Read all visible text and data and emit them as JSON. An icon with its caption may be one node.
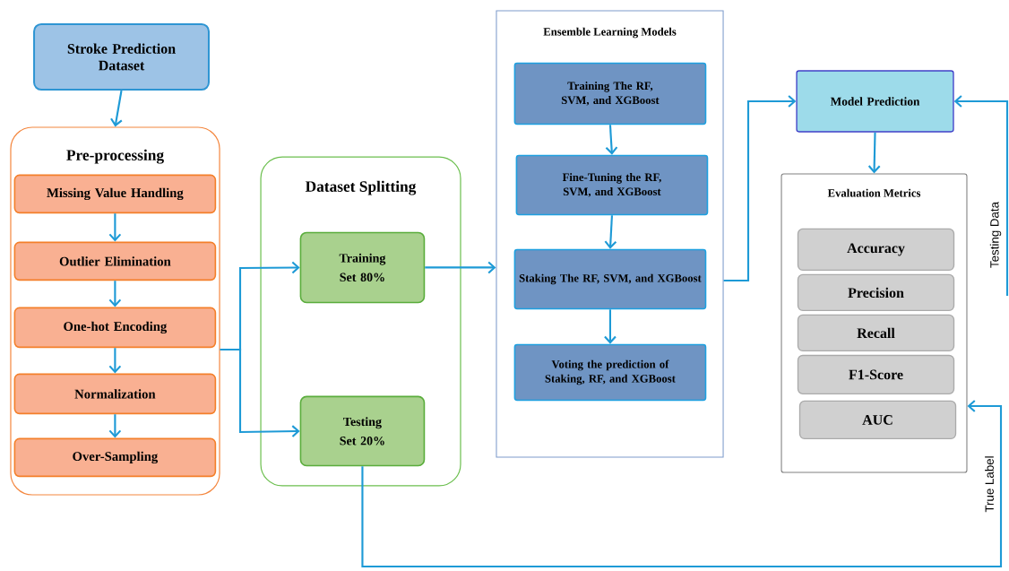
{
  "diagram": {
    "nodes": [
      {
        "text": [
          "Stroke Prediction Dataset"
        ]
      },
      {
        "text": [
          "Pre-processing"
        ]
      },
      {
        "text": [
          "Missing Value Handling"
        ],
        "in": 1
      },
      {
        "text": [
          "Outlier Elimination"
        ],
        "in": 1
      },
      {
        "text": [
          "One-hot Encoding"
        ],
        "in": 1
      },
      {
        "text": [
          "Normalization"
        ],
        "in": 1
      },
      {
        "text": [
          "Over-Sampling"
        ],
        "in": 1
      },
      {
        "text": [
          "Dataset Splitting"
        ]
      },
      {
        "text": [
          "Training Set 80%"
        ],
        "in": 7
      },
      {
        "text": [
          "Testing Set 20%"
        ],
        "in": 7
      },
      {
        "text": [
          "Ensemble Learning Models"
        ]
      },
      {
        "text": [
          "Training The RF, SVM, and XGBoost"
        ],
        "in": 10
      },
      {
        "text": [
          "Fine-Tuning the RF, SVM, and XGBoost"
        ],
        "in": 10
      },
      {
        "text": [
          "Staking The RF, SVM, and XGBoost"
        ],
        "in": 10
      },
      {
        "text": [
          "Voting the prediction of Staking, RF, and XGBoost"
        ],
        "in": 10
      },
      {
        "text": [
          "Model Prediction"
        ]
      },
      {
        "text": [
          "Evaluation Metrics"
        ]
      },
      {
        "text": [
          "Accuracy"
        ],
        "in": 16
      },
      {
        "text": [
          "Precision"
        ],
        "in": 16
      },
      {
        "text": [
          "Recall"
        ],
        "in": 16
      },
      {
        "text": [
          "F1-Score"
        ],
        "in": 16
      },
      {
        "text": [
          "AUC"
        ],
        "in": 16
      }
    ],
    "edges": [
      {
        "from": 0,
        "to": 1,
        "arrow": "to"
      },
      {
        "from": 2,
        "to": 3,
        "arrow": "to"
      },
      {
        "from": 3,
        "to": 4,
        "arrow": "to"
      },
      {
        "from": 4,
        "to": 5,
        "arrow": "to"
      },
      {
        "from": 5,
        "to": 6,
        "arrow": "to"
      },
      {
        "from": 1,
        "to": 8,
        "arrow": "to"
      },
      {
        "from": 1,
        "to": 9,
        "arrow": "to"
      },
      {
        "from": 8,
        "to": 10,
        "arrow": "to"
      },
      {
        "from": 11,
        "to": 12,
        "arrow": "to"
      },
      {
        "from": 12,
        "to": 13,
        "arrow": "to"
      },
      {
        "from": 13,
        "to": 14,
        "arrow": "to"
      },
      {
        "from": 10,
        "to": 15,
        "arrow": "to"
      },
      {
        "from": 15,
        "to": 16,
        "arrow": "to"
      },
      {
        "from": 9,
        "to": 16,
        "arrow": "to",
        "label": "True Label"
      },
      {
        "from": null,
        "to": 15,
        "arrow": "to",
        "label": "Testing Data"
      }
    ]
  }
}
